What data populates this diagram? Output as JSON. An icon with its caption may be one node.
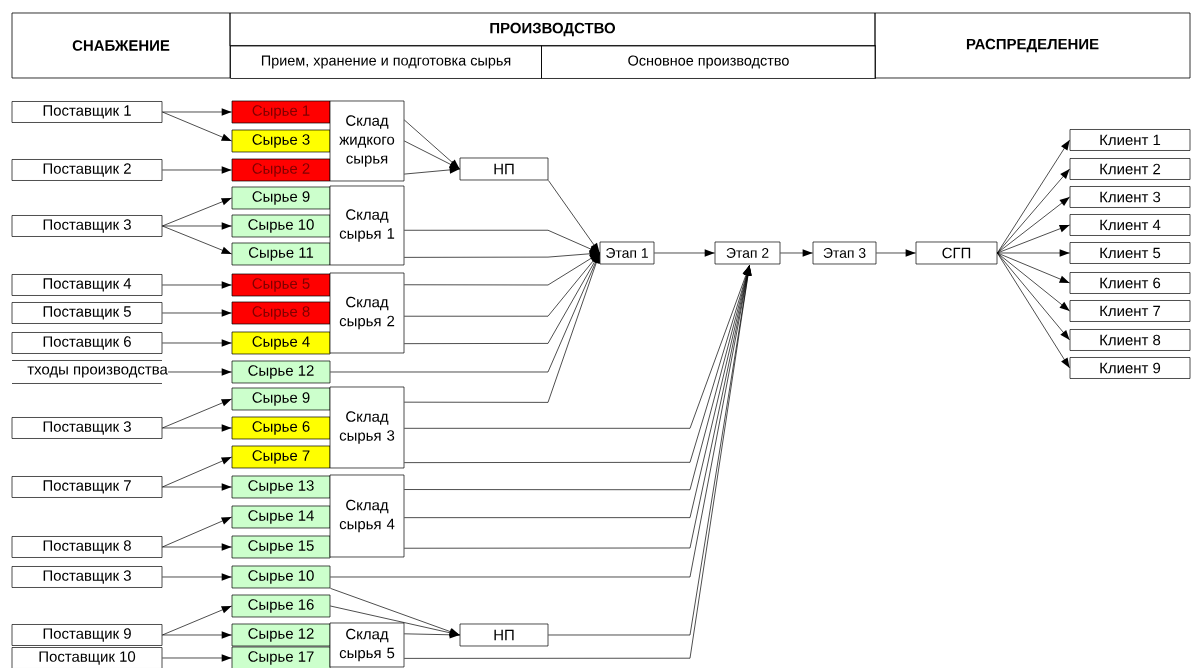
{
  "diagram": {
    "nodes": [
      {
        "text": [
          "Поставщик 1"
        ]
      },
      {
        "text": [
          "Поставщик 2"
        ]
      },
      {
        "text": [
          "Поставщик 3"
        ]
      },
      {
        "text": [
          "Поставщик 4"
        ]
      },
      {
        "text": [
          "Поставщик 5"
        ]
      },
      {
        "text": [
          "Поставщик 6"
        ]
      },
      {
        "text": [
          "тходы производства"
        ]
      },
      {
        "text": [
          "Поставщик 3"
        ]
      },
      {
        "text": [
          "Поставщик 7"
        ]
      },
      {
        "text": [
          "Поставщик 8"
        ]
      },
      {
        "text": [
          "Поставщик 3"
        ]
      },
      {
        "text": [
          "Поставщик 9"
        ]
      },
      {
        "text": [
          "Поставщик 10"
        ]
      },
      {
        "text": [
          "Сырье 1"
        ]
      },
      {
        "text": [
          "Сырье 3"
        ]
      },
      {
        "text": [
          "Сырье 2"
        ]
      },
      {
        "text": [
          "Сырье 9"
        ]
      },
      {
        "text": [
          "Сырье 10"
        ]
      },
      {
        "text": [
          "Сырье 11"
        ]
      },
      {
        "text": [
          "Сырье 5"
        ]
      },
      {
        "text": [
          "Сырье 8"
        ]
      },
      {
        "text": [
          "Сырье 4"
        ]
      },
      {
        "text": [
          "Сырье 12"
        ]
      },
      {
        "text": [
          "Сырье 9"
        ]
      },
      {
        "text": [
          "Сырье 6"
        ]
      },
      {
        "text": [
          "Сырье 7"
        ]
      },
      {
        "text": [
          "Сырье 13"
        ]
      },
      {
        "text": [
          "Сырье 14"
        ]
      },
      {
        "text": [
          "Сырье 15"
        ]
      },
      {
        "text": [
          "Сырье 10"
        ]
      },
      {
        "text": [
          "Сырье 16"
        ]
      },
      {
        "text": [
          "Сырье 12"
        ]
      },
      {
        "text": [
          "Сырье 17"
        ]
      },
      {
        "text": [
          "Склад жидкого сырья"
        ]
      },
      {
        "text": [
          "Склад сырья 1"
        ]
      },
      {
        "text": [
          "Склад сырья 2"
        ]
      },
      {
        "text": [
          "Склад сырья 3"
        ]
      },
      {
        "text": [
          "Склад сырья 4"
        ]
      },
      {
        "text": [
          "Склад сырья 5"
        ]
      },
      {
        "text": [
          "НП"
        ]
      },
      {
        "text": [
          "НП"
        ]
      },
      {
        "text": [
          "Этап 1"
        ]
      },
      {
        "text": [
          "Этап 2"
        ]
      },
      {
        "text": [
          "Этап 3"
        ]
      },
      {
        "text": [
          "СГП"
        ]
      },
      {
        "text": [
          "Клиент 1"
        ]
      },
      {
        "text": [
          "Клиент 2"
        ]
      },
      {
        "text": [
          "Клиент 3"
        ]
      },
      {
        "text": [
          "Клиент 4"
        ]
      },
      {
        "text": [
          "Клиент 5"
        ]
      },
      {
        "text": [
          "Клиент 6"
        ]
      },
      {
        "text": [
          "Клиент 7"
        ]
      },
      {
        "text": [
          "Клиент 8"
        ]
      },
      {
        "text": [
          "Клиент 9"
        ]
      }
    ],
    "edges": [
      {
        "from": 0,
        "to": 13,
        "arrow": "to"
      },
      {
        "from": 0,
        "to": 14,
        "arrow": "to"
      },
      {
        "from": 1,
        "to": 15,
        "arrow": "to"
      },
      {
        "from": 2,
        "to": 16,
        "arrow": "to"
      },
      {
        "from": 2,
        "to": 17,
        "arrow": "to"
      },
      {
        "from": 2,
        "to": 18,
        "arrow": "to"
      },
      {
        "from": 3,
        "to": 19,
        "arrow": "to"
      },
      {
        "from": 4,
        "to": 20,
        "arrow": "to"
      },
      {
        "from": 5,
        "to": 21,
        "arrow": "to"
      },
      {
        "from": 6,
        "to": 22,
        "arrow": "to"
      },
      {
        "from": 7,
        "to": 23,
        "arrow": "to"
      },
      {
        "from": 7,
        "to": 24,
        "arrow": "to"
      },
      {
        "from": 8,
        "to": 25,
        "arrow": "to"
      },
      {
        "from": 8,
        "to": 26,
        "arrow": "to"
      },
      {
        "from": 9,
        "to": 27,
        "arrow": "to"
      },
      {
        "from": 9,
        "to": 28,
        "arrow": "to"
      },
      {
        "from": 10,
        "to": 29,
        "arrow": "to"
      },
      {
        "from": 11,
        "to": 30,
        "arrow": "to"
      },
      {
        "from": 11,
        "to": 31,
        "arrow": "to"
      },
      {
        "from": 12,
        "to": 32,
        "arrow": "to"
      },
      {
        "from": 33,
        "to": 39,
        "arrow": "to"
      },
      {
        "from": 33,
        "to": 39,
        "arrow": "to"
      },
      {
        "from": 33,
        "to": 39,
        "arrow": "to"
      },
      {
        "from": 39,
        "to": 41,
        "arrow": "to"
      },
      {
        "from": 34,
        "to": 41,
        "arrow": "to"
      },
      {
        "from": 34,
        "to": 41,
        "arrow": "to"
      },
      {
        "from": 35,
        "to": 41,
        "arrow": "to"
      },
      {
        "from": 35,
        "to": 41,
        "arrow": "to"
      },
      {
        "from": 35,
        "to": 41,
        "arrow": "to"
      },
      {
        "from": 22,
        "to": 41,
        "arrow": "to"
      },
      {
        "from": 36,
        "to": 41,
        "arrow": "to"
      },
      {
        "from": 36,
        "to": 42,
        "arrow": "to"
      },
      {
        "from": 36,
        "to": 42,
        "arrow": "to"
      },
      {
        "from": 37,
        "to": 42,
        "arrow": "to"
      },
      {
        "from": 37,
        "to": 42,
        "arrow": "to"
      },
      {
        "from": 37,
        "to": 42,
        "arrow": "to"
      },
      {
        "from": 29,
        "to": 42,
        "arrow": "to"
      },
      {
        "from": 29,
        "to": 40,
        "arrow": "to"
      },
      {
        "from": 30,
        "to": 40,
        "arrow": "to"
      },
      {
        "from": 38,
        "to": 40,
        "arrow": "to"
      },
      {
        "from": 40,
        "to": 42,
        "arrow": "to"
      },
      {
        "from": 38,
        "to": 42,
        "arrow": "to"
      },
      {
        "from": 41,
        "to": 42,
        "arrow": "to"
      },
      {
        "from": 42,
        "to": 43,
        "arrow": "to"
      },
      {
        "from": 43,
        "to": 44,
        "arrow": "to"
      },
      {
        "from": 44,
        "to": 45,
        "arrow": "to"
      },
      {
        "from": 44,
        "to": 46,
        "arrow": "to"
      },
      {
        "from": 44,
        "to": 47,
        "arrow": "to"
      },
      {
        "from": 44,
        "to": 48,
        "arrow": "to"
      },
      {
        "from": 44,
        "to": 49,
        "arrow": "to"
      },
      {
        "from": 44,
        "to": 50,
        "arrow": "to"
      },
      {
        "from": 44,
        "to": 51,
        "arrow": "to"
      },
      {
        "from": 44,
        "to": 52,
        "arrow": "to"
      },
      {
        "from": 44,
        "to": 53,
        "arrow": "to"
      }
    ],
    "labels": [
      "СНАБЖЕНИЕ",
      "ПРОИЗВОДСТВО",
      "Прием, хранение и подготовка сырья",
      "Основное производство",
      "РАСПРЕДЕЛЕНИЕ"
    ]
  }
}
